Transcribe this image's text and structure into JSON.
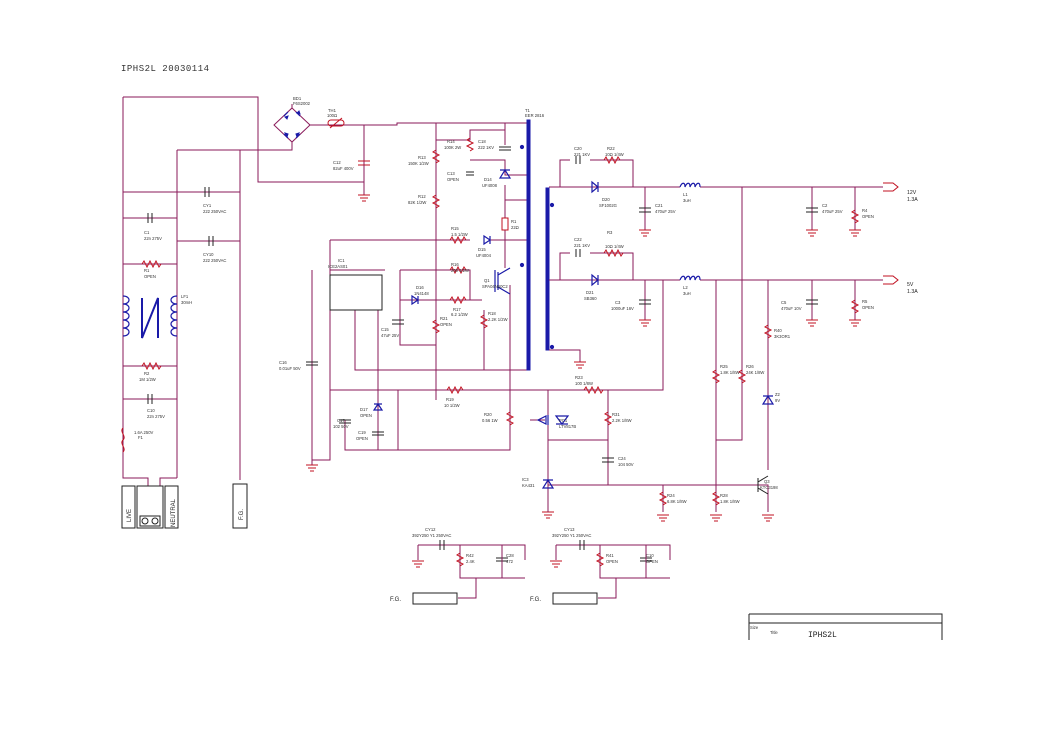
{
  "title": "IPHS2L 20030114",
  "title_block": {
    "label": "Title",
    "doc_name": "IPHS2L",
    "sheet_label": "Size"
  },
  "terminals": {
    "live": "LIVE",
    "neutral": "NEUTRAL",
    "fg": "F.G."
  },
  "outputs": [
    {
      "voltage": "12V",
      "current": "1.3A"
    },
    {
      "voltage": "5V",
      "current": "1.3A"
    }
  ],
  "fg_boxes": [
    {
      "label": "F.G."
    },
    {
      "label": "F.G."
    }
  ],
  "components": [
    {
      "ref": "BD1",
      "value": "F6S2002"
    },
    {
      "ref": "TH1",
      "value": "100Ω"
    },
    {
      "ref": "C12",
      "value": "82uF 400V"
    },
    {
      "ref": "CY1",
      "value": "222 250VAC"
    },
    {
      "ref": "C1",
      "value": "22n 275V"
    },
    {
      "ref": "CY10",
      "value": "222 250VAC"
    },
    {
      "ref": "R1",
      "value": "OPEN"
    },
    {
      "ref": "LF1",
      "value": "30mH"
    },
    {
      "ref": "R2",
      "value": "1M 1/2W"
    },
    {
      "ref": "C10",
      "value": "22n 275V"
    },
    {
      "ref": "F1",
      "value": "1.6A 250V"
    },
    {
      "ref": "R14",
      "value": "100K 2W"
    },
    {
      "ref": "C18",
      "value": "222 1KV"
    },
    {
      "ref": "R13",
      "value": "150K 1/2W"
    },
    {
      "ref": "C13",
      "value": "OPEN"
    },
    {
      "ref": "D14",
      "value": "UF4008"
    },
    {
      "ref": "R12",
      "value": "82K 1/2W"
    },
    {
      "ref": "T1",
      "value": "EER 2816"
    },
    {
      "ref": "R15",
      "value": "1.5 1/2W"
    },
    {
      "ref": "D15",
      "value": "UF4004"
    },
    {
      "ref": "R1",
      "value": "22Ω"
    },
    {
      "ref": "IC1",
      "value": "ICE2AS01"
    },
    {
      "ref": "R16",
      "value": "200 1/2W"
    },
    {
      "ref": "D16",
      "value": "1N4148"
    },
    {
      "ref": "R17",
      "value": "6.2 1/2W"
    },
    {
      "ref": "Q1",
      "value": "SPA04N60C2"
    },
    {
      "ref": "C15",
      "value": "47uF 25V"
    },
    {
      "ref": "R21",
      "value": "OPEN"
    },
    {
      "ref": "R18",
      "value": "2.2K 1/2W"
    },
    {
      "ref": "C16",
      "value": "0.01uF 50V"
    },
    {
      "ref": "R19",
      "value": "10 1/2W"
    },
    {
      "ref": "C17",
      "value": "102 50V"
    },
    {
      "ref": "D17",
      "value": "OPEN"
    },
    {
      "ref": "C19",
      "value": "OPEN"
    },
    {
      "ref": "R20",
      "value": "0.56 1W"
    },
    {
      "ref": "C20",
      "value": "221 1KV"
    },
    {
      "ref": "R22",
      "value": "10Ω 1/4W"
    },
    {
      "ref": "D20",
      "value": "SF1002G"
    },
    {
      "ref": "C21",
      "value": "470uF 25V"
    },
    {
      "ref": "L1",
      "value": "3uH"
    },
    {
      "ref": "C2",
      "value": "470uF 25V"
    },
    {
      "ref": "R4",
      "value": "OPEN"
    },
    {
      "ref": "C22",
      "value": "221 1KV"
    },
    {
      "ref": "R3",
      "value": "10Ω 1/4W"
    },
    {
      "ref": "D21",
      "value": "SB360"
    },
    {
      "ref": "C3",
      "value": "1000uF 16V"
    },
    {
      "ref": "L2",
      "value": "3uH"
    },
    {
      "ref": "C5",
      "value": "470uF 10V"
    },
    {
      "ref": "R5",
      "value": "OPEN"
    },
    {
      "ref": "R40",
      "value": "3K3OR1"
    },
    {
      "ref": "R23",
      "value": "100 1/8W"
    },
    {
      "ref": "R25",
      "value": "1.8K 1/8W"
    },
    {
      "ref": "R26",
      "value": "24K 1/8W"
    },
    {
      "ref": "Z2",
      "value": "9V"
    },
    {
      "ref": "PC1",
      "value": "LTV817B"
    },
    {
      "ref": "R31",
      "value": "2.2K 1/8W"
    },
    {
      "ref": "C24",
      "value": "104 50V"
    },
    {
      "ref": "IC3",
      "value": "KA431"
    },
    {
      "ref": "R24",
      "value": "6.8K 1/8W"
    },
    {
      "ref": "R28",
      "value": "1.8K 1/8W"
    },
    {
      "ref": "Q3",
      "value": "KTC3198"
    },
    {
      "ref": "CY12",
      "value": "392Y250 Y1 250VAC"
    },
    {
      "ref": "R42",
      "value": "2.4K"
    },
    {
      "ref": "C28",
      "value": "472"
    },
    {
      "ref": "CY13",
      "value": "392Y250 Y1 250VAC"
    },
    {
      "ref": "R41",
      "value": "OPEN"
    },
    {
      "ref": "C10",
      "value": "OPEN"
    }
  ]
}
